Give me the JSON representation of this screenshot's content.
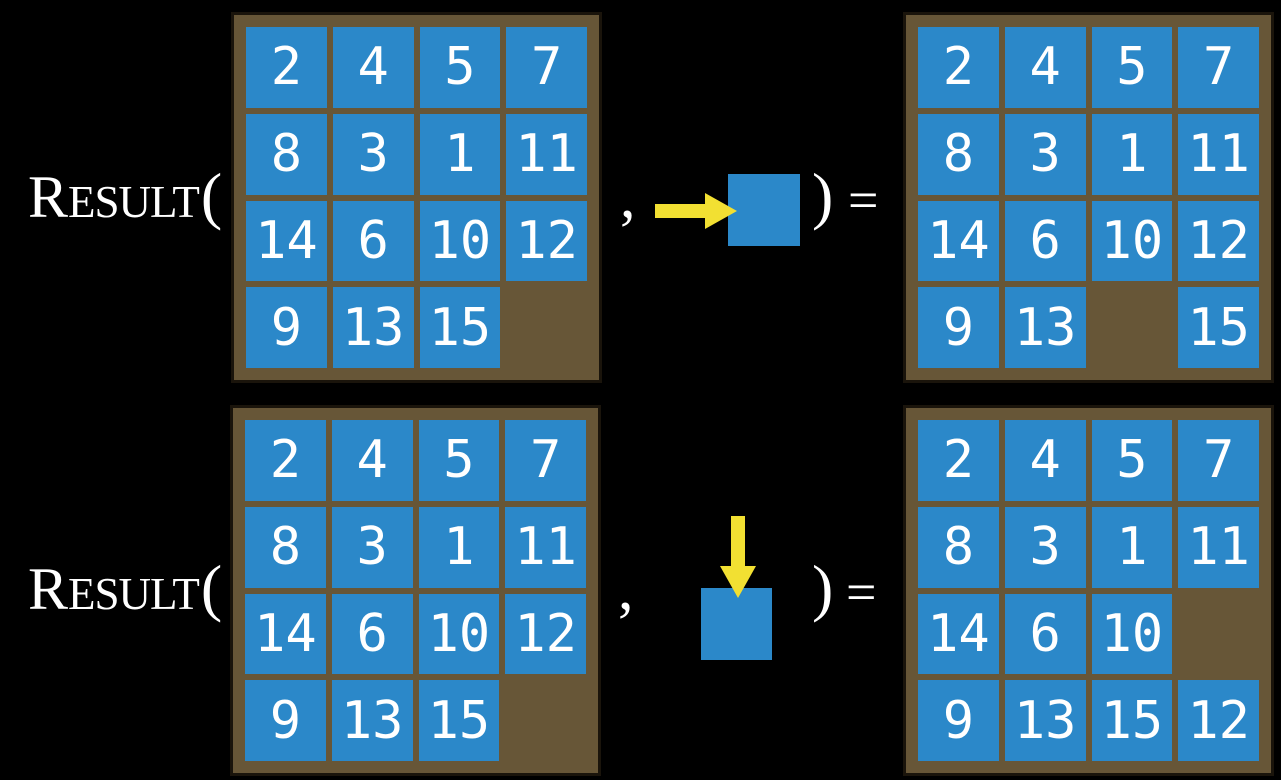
{
  "figure": {
    "description": "Two applications of the RESULT function on a 15-puzzle state",
    "function_cap": "R",
    "function_rest": "ESULT",
    "open_paren": "(",
    "comma": ",",
    "close_paren": ")",
    "equals": "="
  },
  "colors": {
    "background": "#000000",
    "tile_blue": "#2b88c9",
    "frame_brown": "#675637",
    "frame_border": "#1a140b",
    "arrow_yellow": "#f2e032",
    "text_white": "#ffffff"
  },
  "rows": [
    {
      "name": "move-right-example",
      "move": "right",
      "input_grid": [
        [
          2,
          4,
          5,
          7
        ],
        [
          8,
          3,
          1,
          11
        ],
        [
          14,
          6,
          10,
          12
        ],
        [
          9,
          13,
          15,
          null
        ]
      ],
      "output_grid": [
        [
          2,
          4,
          5,
          7
        ],
        [
          8,
          3,
          1,
          11
        ],
        [
          14,
          6,
          10,
          12
        ],
        [
          9,
          13,
          null,
          15
        ]
      ]
    },
    {
      "name": "move-down-example",
      "move": "down",
      "input_grid": [
        [
          2,
          4,
          5,
          7
        ],
        [
          8,
          3,
          1,
          11
        ],
        [
          14,
          6,
          10,
          12
        ],
        [
          9,
          13,
          15,
          null
        ]
      ],
      "output_grid": [
        [
          2,
          4,
          5,
          7
        ],
        [
          8,
          3,
          1,
          11
        ],
        [
          14,
          6,
          10,
          null
        ],
        [
          9,
          13,
          15,
          12
        ]
      ]
    }
  ]
}
